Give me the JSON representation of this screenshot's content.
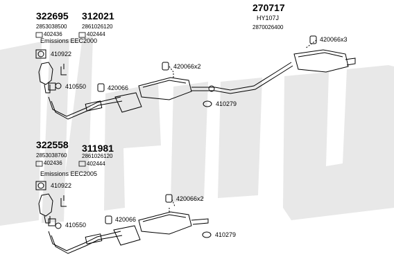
{
  "colors": {
    "watermark": "#e6e6e6",
    "line": "#000000"
  },
  "top_assembly": {
    "part_a": {
      "number": "322695",
      "oe": "2853038500",
      "code": "402436"
    },
    "part_b": {
      "number": "312021",
      "oe": "2861026120",
      "code": "402444"
    },
    "part_c": {
      "number": "270717",
      "model": "HY107J",
      "oe": "2870026400"
    },
    "emissions": "Emissions EEC2000",
    "parts": {
      "p410922": "410922",
      "p410550": "410550",
      "p420066": "420066",
      "p420066x2": "420066x2",
      "p410279": "410279",
      "p420066x3": "420066x3"
    }
  },
  "bottom_assembly": {
    "part_a": {
      "number": "322558",
      "oe": "2853038760",
      "code": "402436"
    },
    "part_b": {
      "number": "311981",
      "oe": "2861026120",
      "code": "402444"
    },
    "emissions": "Emissions EEC2005",
    "parts": {
      "p410922": "410922",
      "p410550": "410550",
      "p420066": "420066",
      "p420066x2": "420066x2",
      "p410279": "410279"
    }
  }
}
